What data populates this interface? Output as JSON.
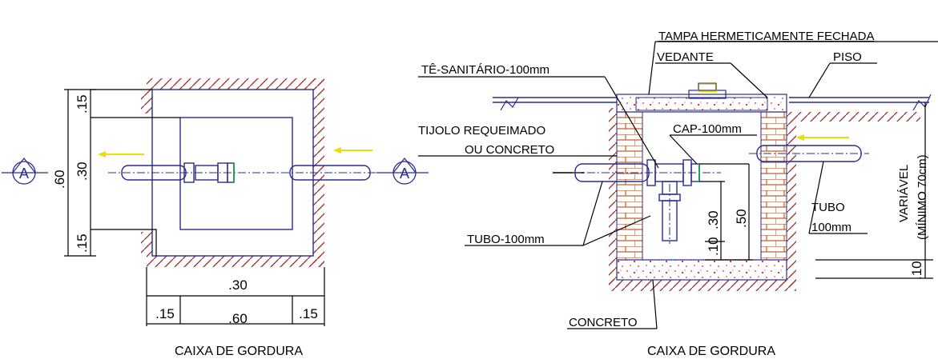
{
  "plan": {
    "title": "CAIXA DE GORDURA",
    "section_marker": "A",
    "dims": {
      "total_height": ".60",
      "top": ".15",
      "middle": ".30",
      "bottom": ".15",
      "inner_width": ".30",
      "left": ".15",
      "total_width": ".60",
      "right": ".15"
    }
  },
  "section": {
    "title": "CAIXA DE GORDURA",
    "labels": {
      "tampa": "TAMPA HERMETICAMENTE FECHADA",
      "vedante": "VEDANTE",
      "piso": "PISO",
      "te": "TÊ-SANITÁRIO-100mm",
      "tijolo_1": "TIJOLO REQUEIMADO",
      "tijolo_2": "OU CONCRETO",
      "cap": "CAP-100mm",
      "tubo_left": "TUBO-100mm",
      "tubo_right_1": "TUBO",
      "tubo_right_2": "100mm",
      "concreto": "CONCRETO",
      "variavel_1": "VARIÁVEL",
      "variavel_2": "(MÍNIMO 70cm)"
    },
    "dims": {
      "d30": ".30",
      "d50": ".50",
      "d10_inner": ".10",
      "d10_outer": ".10"
    }
  },
  "colors": {
    "pipe": "#2b2b8c",
    "hatch": "#b02020",
    "concrete_dots": "#e02020",
    "flow_arrow": "#e8e000",
    "brick": "#c06030"
  }
}
